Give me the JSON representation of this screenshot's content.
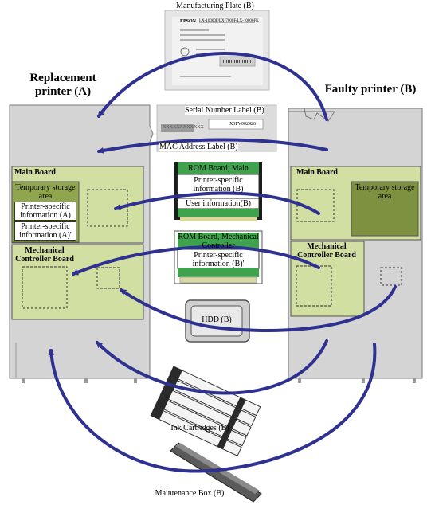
{
  "printers": {
    "replacement_title": "Replacement printer (A)",
    "faulty_title": "Faulty printer (B)"
  },
  "replacement": {
    "main_board": "Main Board",
    "temp_storage": "Temporary storage area",
    "info_a": "Printer-specific information (A)",
    "info_a_prime": "Printer-specific information (A)'",
    "mech_board": "Mechanical Controller Board"
  },
  "faulty": {
    "main_board": "Main Board",
    "temp_storage": "Temporary storage area",
    "mech_board": "Mechanical Controller Board"
  },
  "parts": {
    "manufacturing_plate": "Manufacturing Plate (B)",
    "serial_label": "Serial Number Label (B)",
    "mac_label": "MAC Address Label (B)",
    "rom_main_title": "ROM Board, Main",
    "rom_main_info": "Printer-specific information (B)",
    "rom_main_user": "User information(B)",
    "rom_mech_title": "ROM Board, Mechanical Controller",
    "rom_mech_info": "Printer-specific information (B)'",
    "hdd": "HDD (B)",
    "ink": "Ink Cartridges (B)",
    "maintenance": "Maintenance Box (B)"
  },
  "plate_text": {
    "brand": "EPSON",
    "model": "LX-10000F/LX-7000F/LX-10000FK",
    "serial_code": "X3FV002426",
    "mac_code": "XXXXXXXXXXXX"
  },
  "colors": {
    "arrow": "#2e3190",
    "printer_body": "#d4d4d4",
    "board": "#d1dfa3",
    "storage_a": "#8fa54e",
    "storage_b": "#7d9140",
    "rom_green": "#3fa34d"
  }
}
